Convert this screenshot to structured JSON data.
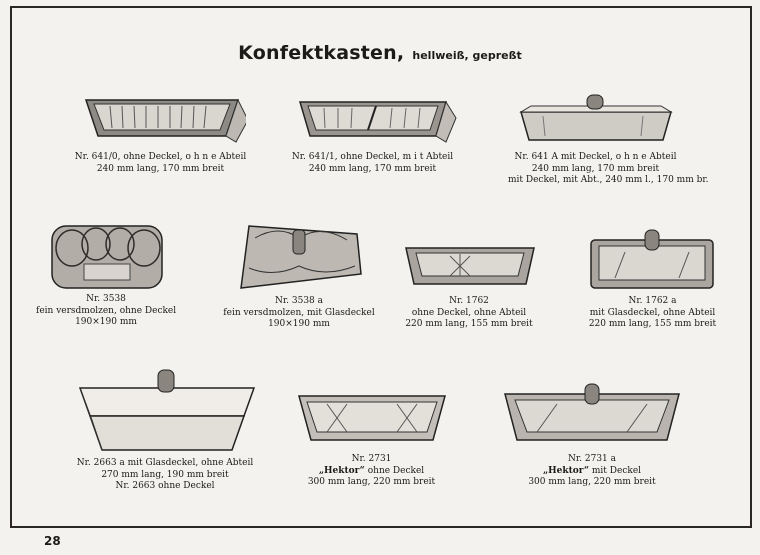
{
  "page": {
    "title": "Konfektkasten,",
    "subtitle": "hellweiß, gepreßt",
    "page_number": "28"
  },
  "items": [
    {
      "lines": [
        "Nr. 641/0, ohne Deckel, o h n e Abteil",
        "240 mm lang, 170 mm breit"
      ]
    },
    {
      "lines": [
        "Nr. 641/1, ohne Deckel, m i t Abteil",
        "240 mm lang, 170 mm breit"
      ]
    },
    {
      "lines": [
        "Nr. 641 A mit Deckel, o h n e Abteil",
        "240 mm lang, 170 mm breit",
        "mit Deckel, mit Abt., 240 mm l., 170 mm br."
      ]
    },
    {
      "lines": [
        "Nr. 3538",
        "fein versdmolzen, ohne Deckel",
        "190×190 mm"
      ]
    },
    {
      "lines": [
        "Nr. 3538 a",
        "fein versdmolzen, mit Glasdeckel",
        "190×190 mm"
      ]
    },
    {
      "lines": [
        "Nr. 1762",
        "ohne Deckel, ohne Abteil",
        "220 mm lang, 155 mm breit"
      ]
    },
    {
      "lines": [
        "Nr. 1762 a",
        "mit Glasdeckel, ohne Abteil",
        "220 mm lang, 155 mm breit"
      ]
    },
    {
      "lines": [
        "Nr. 2663 a mit Glasdeckel, ohne Abteil",
        "270 mm lang, 190 mm breit",
        "Nr. 2663 ohne Deckel"
      ]
    },
    {
      "name": "„Hektor“",
      "lines": [
        "Nr. 2731",
        " ohne Deckel",
        "300 mm lang, 220 mm breit"
      ]
    },
    {
      "name": "„Hektor“",
      "lines": [
        "Nr. 2731 a",
        " mit Deckel",
        "300 mm lang, 220 mm breit"
      ]
    }
  ]
}
